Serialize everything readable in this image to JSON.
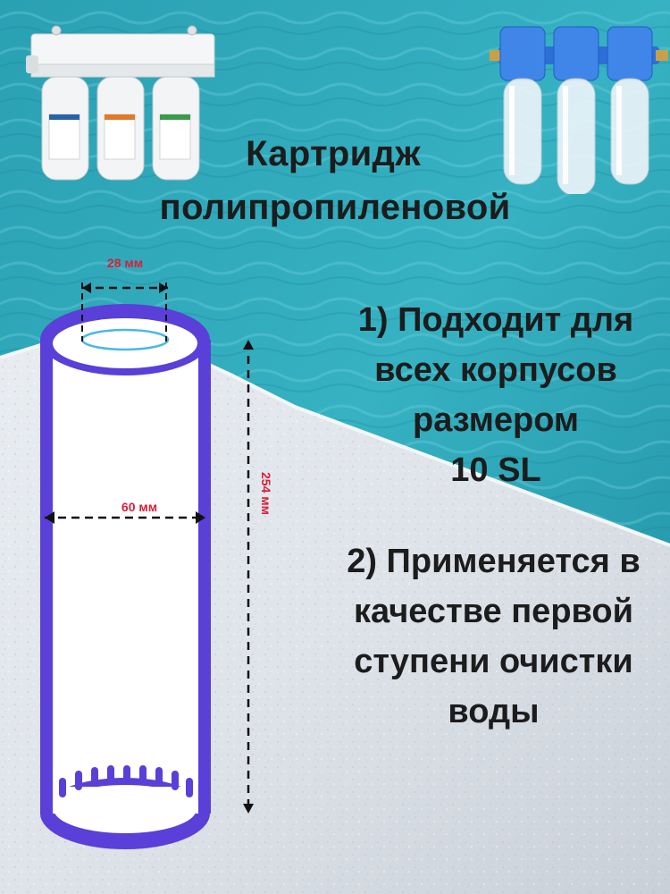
{
  "title": {
    "line1": "Картридж",
    "line2": "полипропиленовой"
  },
  "features": [
    {
      "lines": [
        "1) Подходит для",
        "всех корпусов",
        "размером",
        "10 SL"
      ]
    },
    {
      "lines": [
        "2) Применяется в",
        "качестве первой",
        "ступени очистки",
        "воды"
      ]
    }
  ],
  "dimensions": {
    "inner_diameter": "28 мм",
    "outer_diameter": "60 мм",
    "length": "254 мм"
  },
  "colors": {
    "cartridge_band": "#5a3fd8",
    "dimension_text": "#d8203a",
    "water": "#2fa7b8",
    "text": "#1c1c1c"
  },
  "icons": {
    "left_product": "white-triple-filter-housing",
    "right_product": "blue-clear-triple-filter-housing"
  }
}
